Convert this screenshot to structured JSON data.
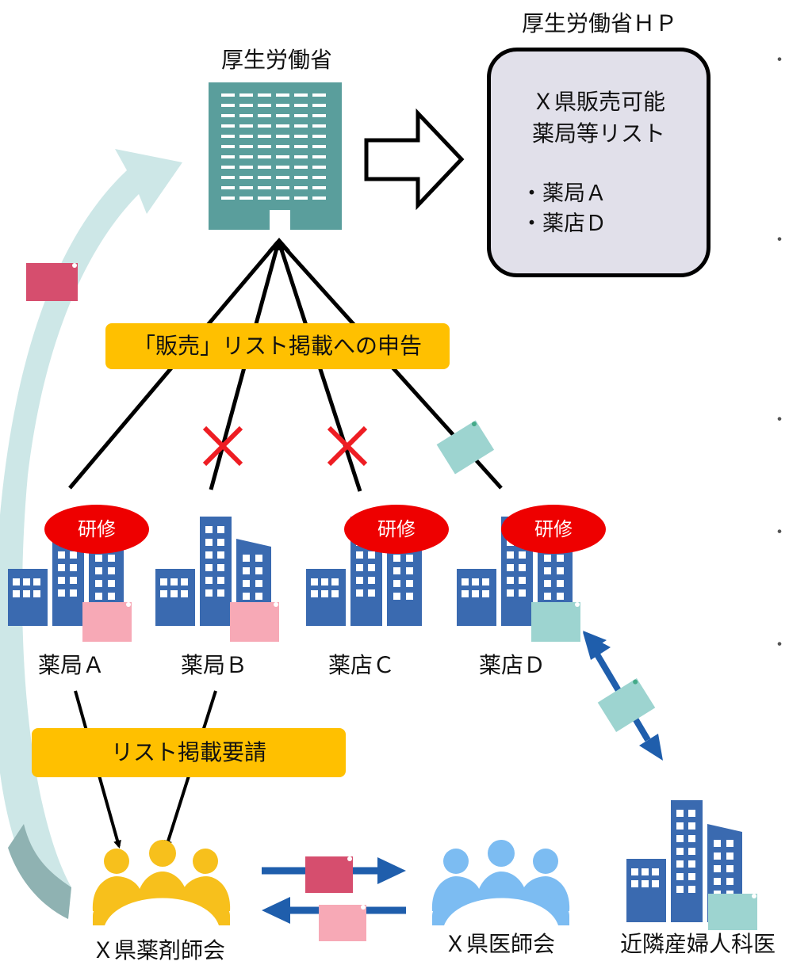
{
  "mhlw_label": "厚生労働省",
  "hp": {
    "header": "厚生労働省ＨＰ",
    "title_line1": "Ｘ県販売可能",
    "title_line2": "薬局等リスト",
    "items": [
      "・薬局Ａ",
      "・薬店Ｄ"
    ]
  },
  "report_label": "「販売」リスト掲載への申告",
  "listing_request_label": "リスト掲載要請",
  "training_label": "研修",
  "stores": [
    {
      "name": "薬局Ａ",
      "trained": true,
      "reported": true
    },
    {
      "name": "薬局Ｂ",
      "trained": false,
      "reported": false
    },
    {
      "name": "薬店Ｃ",
      "trained": true,
      "reported": false
    },
    {
      "name": "薬店Ｄ",
      "trained": true,
      "reported": true
    }
  ],
  "pharmacist_assoc": "Ｘ県薬剤師会",
  "medical_assoc": "Ｘ県医師会",
  "obgyn": "近隣産婦人科医",
  "bullets": [
    "・",
    "・",
    "・",
    "・",
    "・"
  ],
  "colors": {
    "building_blue": "#3a6ab0",
    "ministry_teal": "#5a9e9c",
    "pink_doc": "#f7a9b6",
    "red_doc": "#d64e6e",
    "teal_doc": "#9dd4d0",
    "gold": "#ffc000",
    "red_x": "#ee1d23",
    "training_red": "#ee0000",
    "arrow_blue": "#1f5eac",
    "people_gold": "#f7c01c",
    "people_blue": "#7cbcf2"
  }
}
